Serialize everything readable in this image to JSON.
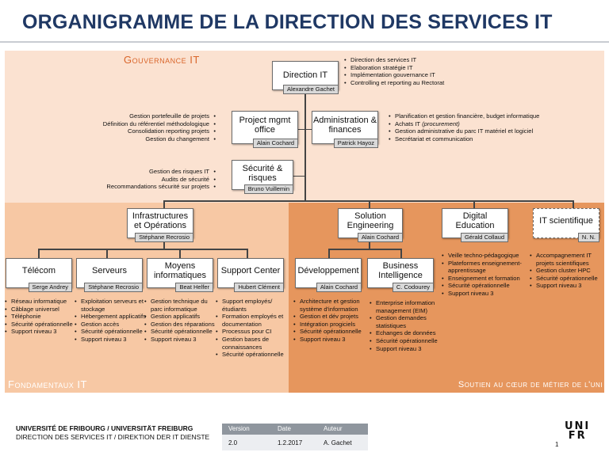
{
  "title": "ORGANIGRAMME DE LA DIRECTION DES SERVICES IT",
  "colors": {
    "title": "#1f3864",
    "gouvernance_bg": "#fbe2d1",
    "fondamentaux_bg": "#f7c8a4",
    "metier_bg": "#e6965d",
    "zone_label_dark": "#d9652a",
    "zone_label_light": "#ffffff"
  },
  "zones": {
    "gouvernance": "Gouvernance IT",
    "fondamentaux": "Fondamentaux IT",
    "metier": "Soutien au cœur de métier de l'uni"
  },
  "units": {
    "direction": {
      "title": "Direction IT",
      "head": "Alexandre Gachet",
      "tasks": [
        "Direction des services IT",
        "Elaboration stratégie IT",
        "Implémentation gouvernance IT",
        "Controlling et reporting au Rectorat"
      ]
    },
    "pmo": {
      "title": "Project mgmt office",
      "head": "Alain Cochard",
      "tasks": [
        "Gestion portefeuille de projets",
        "Définition du référentiel méthodologique",
        "Consolidation reporting projets",
        "Gestion du changement"
      ]
    },
    "admin": {
      "title": "Administration & finances",
      "head": "Patrick Hayoz",
      "tasks": [
        "Planification et gestion financière, budget informatique",
        "Achats IT",
        "Gestion administrative du parc IT matériel et logiciel",
        "Secrétariat et communication"
      ],
      "tasks_extra": "(procurement)"
    },
    "security": {
      "title": "Sécurité & risques",
      "head": "Bruno Vuillemin",
      "tasks": [
        "Gestion des risques IT",
        "Audits de sécurité",
        "Recommandations sécurité sur projets"
      ]
    },
    "infra": {
      "title": "Infrastructures et Opérations",
      "head": "Stéphane Recrosio"
    },
    "solution": {
      "title": "Solution Engineering",
      "head": "Alain Cochard"
    },
    "digital": {
      "title": "Digital Education",
      "head": "Gérald Collaud",
      "tasks": [
        "Veille techno-pédagogique",
        "Plateformes enseignement-apprentissage",
        "Enseignement et formation",
        "Sécurité opérationnelle",
        "Support niveau 3"
      ]
    },
    "scientific": {
      "title": "IT scientifique",
      "head": "N. N.",
      "tasks": [
        "Accompagnement IT projets scientifiques",
        "Gestion cluster HPC",
        "Sécurité opérationnelle",
        "Support niveau 3"
      ]
    },
    "telecom": {
      "title": "Télécom",
      "head": "Serge Andrey",
      "tasks": [
        "Réseau informatique",
        "Câblage universel",
        "Téléphonie",
        "Sécurité opérationnelle",
        "Support niveau 3"
      ]
    },
    "serveurs": {
      "title": "Serveurs",
      "head": "Stéphane Recrosio",
      "tasks": [
        "Exploitation serveurs et stockage",
        "Hébergement applicatifs",
        "Gestion accès",
        "Sécurité opérationnelle",
        "Support niveau 3"
      ]
    },
    "moyens": {
      "title": "Moyens informatiques",
      "head": "Beat Helfer",
      "tasks": [
        "Gestion technique du parc informatique",
        "Gestion applicatifs",
        "Gestion des réparations",
        "Sécurité opérationnelle",
        "Support niveau 3"
      ]
    },
    "support": {
      "title": "Support Center",
      "head": "Hubert Clément",
      "tasks": [
        "Support employés/étudiants",
        "Formation employés et documentation",
        "Processus pour CI",
        "Gestion bases de connaissances",
        "Sécurité opérationnelle"
      ]
    },
    "dev": {
      "title": "Développement",
      "head": "Alain Cochard",
      "tasks": [
        "Architecture et gestion système d'information",
        "Gestion et dév projets",
        "Intégration progiciels",
        "Sécurité opérationnelle",
        "Support niveau 3"
      ]
    },
    "bi": {
      "title": "Business Intelligence",
      "head": "C. Codourey",
      "tasks": [
        "Enterprise information management (EIM)",
        "Gestion demandes statistiques",
        "Echanges de données",
        "Sécurité opérationnelle",
        "Support niveau 3"
      ]
    }
  },
  "footer": {
    "line1": "UNIVERSITÉ DE FRIBOURG / UNIVERSITÄT FREIBURG",
    "line2": "DIRECTION DES SERVICES IT / DIREKTION DER IT DIENSTE",
    "version_header": [
      "Version",
      "Date",
      "Auteur"
    ],
    "version_row": [
      "2.0",
      "1.2.2017",
      "A. Gachet"
    ],
    "logo_line1": "UNI",
    "logo_line2": "FR",
    "page_number": "1"
  }
}
